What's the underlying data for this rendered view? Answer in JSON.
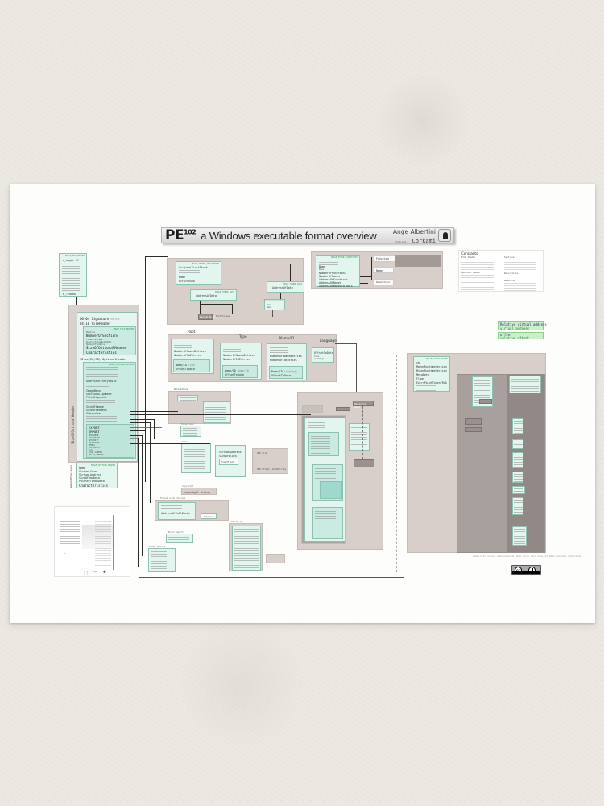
{
  "poster": {
    "title_prefix": "PE",
    "title_version": "102",
    "title": "a Windows executable format overview",
    "author": "Ange Albertini",
    "years": "2009-2014",
    "nickname": "Corkami",
    "footer_note": "Thanks to Ero Carrera, Sebastien Doucet, Peter Ferrie, Mario Vilas, Gil Dabah, Ivanlef0u, Oleh Yuschuk"
  },
  "dos_header": {
    "title": "IMAGE_DOS_HEADER",
    "first_field": "e_magic",
    "first_value": "MZ",
    "last_field": "e_lfanew"
  },
  "nt_headers": {
    "signature": "00-04 Signature",
    "signature_value": "PE\\0\\0",
    "file_header_label": "04-18 FileHeader",
    "file_header_title": "IMAGE_FILE_HEADER",
    "file_fields": [
      "Machine",
      "NumberOfSections",
      "TimeDateStamp",
      "PointerToSymbolTable",
      "NumberOfSymbols",
      "SizeOfOptionalHeader",
      "Characteristics"
    ],
    "optional_header_label": "18-xx(E0/F0) OptionalHeader",
    "optional_header_title": "IMAGE_OPTIONAL_HEADER",
    "optional_fields": [
      "Magic",
      "AddressOfEntryPoint",
      "ImageBase",
      "SectionAlignment",
      "FileAlignment",
      "SizeOfImage",
      "SizeOfHeaders",
      "Subsystem",
      "NumberOfRvaAndSizes"
    ],
    "side_label": "SizeOfOptionalHeader",
    "data_directories": [
      "EXPORT",
      "IMPORT",
      "RESOURCE",
      "EXCEPTION",
      "SECURITY",
      "BASERELOC",
      "DEBUG",
      "COPYRIGHT",
      "GLOBALPTR",
      "TLS",
      "LOAD_CONFIG",
      "BOUND_IMPORT",
      "IAT",
      "DELAY_IMPORT",
      "COM_DESCRIPTOR"
    ]
  },
  "section_table": {
    "title": "IMAGE_SECTION_HEADER",
    "fields": [
      "Name",
      "VirtualSize",
      "VirtualAddress",
      "SizeOfRawData",
      "PointerToRawData",
      "Characteristics"
    ],
    "side_label": "NumberOfSections"
  },
  "imports": {
    "title": "IMAGE_IMPORT_DESCRIPTOR",
    "fields": [
      "OriginalFirstThunk",
      "Name",
      "FirstThunk"
    ],
    "thunk_title": "IMAGE_THUNK_DATA",
    "thunk_field": "AddressOfData",
    "hint_title": "IMAGE_IMPORT_BY_NAME",
    "hint_fields": [
      "Hint",
      "Name"
    ],
    "dll_name": "kernel32.dll",
    "function_name": "ExitProcess"
  },
  "exports": {
    "title": "IMAGE_EXPORT_DIRECTORY",
    "fields": [
      "Name",
      "Base",
      "NumberOfFunctions",
      "NumberOfNames",
      "AddressOfFunctions",
      "AddressOfNames",
      "AddressOfNameOrdinals"
    ],
    "targets": [
      "Function",
      "Name",
      "NameOrdinal"
    ]
  },
  "resources": {
    "columns": [
      "Root",
      "Type",
      "Name/ID",
      "Language"
    ],
    "fields": [
      "NumberOfNamedEntries",
      "NumberOfIdEntries",
      "Name/ID",
      "OffsetToData"
    ],
    "type_value": "Type",
    "name_value": "Name/ID",
    "lang_value": "Language",
    "data_fields": [
      "OffsetToData",
      "Size",
      "CodePage"
    ],
    "data_label": "Resource data"
  },
  "relocations": {
    "title": "Relocations"
  },
  "exceptions": {
    "title": "Exceptions"
  },
  "debug": {
    "title": "Debug",
    "fields": [
      "Characteristics",
      "TimeDateStamp",
      "MajorVersion",
      "MinorVersion",
      "Type",
      "SizeOfData",
      "AddressOfRawData",
      "PointerToRawData"
    ],
    "codeview_fields": [
      "VirtualAddress",
      "SizeOfBlock",
      "TypeOffset"
    ],
    "pdb_label": "PDB file",
    "pdb_path": "PDB offset, nbPdbString"
  },
  "copyright": {
    "title": "Copyright",
    "value": "copyright string"
  },
  "tls": {
    "title": "Thread Local Storage",
    "field": "AddressOfCallBacks",
    "callback": "Callback"
  },
  "load_config": {
    "title": "LoadConfig"
  },
  "bound_imports": {
    "title": "Bound imports"
  },
  "delay_imports": {
    "title": "Delay imports"
  },
  "dotnet": {
    "title": "IMAGE_COR20_HEADER",
    "fields": [
      "cb",
      "MajorRuntimeVersion",
      "MinorRuntimeVersion",
      "MetaData",
      "Flags",
      "EntryPointToken/RVA"
    ]
  },
  "constants": {
    "title": "Constants",
    "groups": [
      "File Header",
      "Optional Header",
      "Sections",
      "Relocations",
      "Resources"
    ]
  },
  "legend": {
    "rva_long": "Relative virtual address",
    "rva_short": "virtual address",
    "offset_long": "offset",
    "offset_short": "relative offset"
  },
  "license": {
    "label": "cc by"
  },
  "colors": {
    "wall": "#ece8e2",
    "paper": "#fdfdfb",
    "panel": "#d8cfcb",
    "struct": "#e2f6ef",
    "struct_header": "#2e9b4f",
    "legend_bg": "#c9f0c9",
    "legend_text": "#1c2b78"
  }
}
